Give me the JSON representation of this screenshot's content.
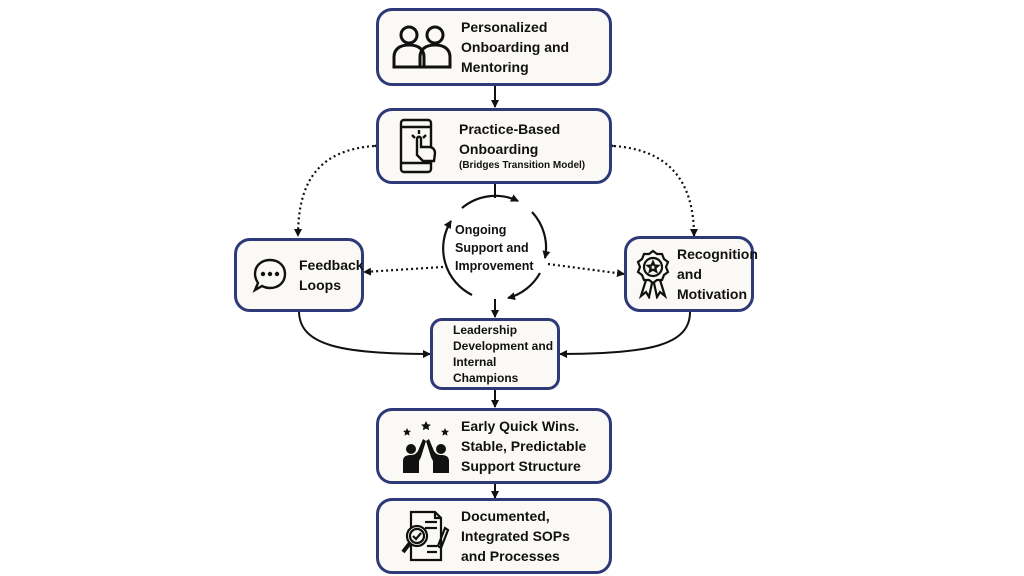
{
  "nodes": {
    "personalized": {
      "label": "Personalized\nOnboarding and\nMentoring",
      "icon": "people-icon"
    },
    "practice": {
      "label": "Practice-Based\nOnboarding",
      "sublabel": "(Bridges Transition Model)",
      "icon": "tablet-touch-icon"
    },
    "feedback": {
      "label": "Feedback\nLoops",
      "icon": "chat-bubble-icon"
    },
    "recognition": {
      "label": "Recognition\nand\nMotivation",
      "icon": "award-ribbon-icon"
    },
    "leadership": {
      "label": "Leadership\nDevelopment and\nInternal\nChampions"
    },
    "quickwins": {
      "label": "Early Quick Wins.\nStable, Predictable\nSupport Structure",
      "icon": "high-five-icon"
    },
    "documented": {
      "label": "Documented,\nIntegrated SOPs\nand Processes",
      "icon": "document-magnifier-icon"
    }
  },
  "cycle": {
    "label": "Ongoing\nSupport and\nImprovement",
    "icon": "cycle-arrows-icon"
  },
  "colors": {
    "border": "#2e3a78",
    "box_fill": "#fbf9f6",
    "text": "#111111",
    "arrow": "#111111"
  }
}
